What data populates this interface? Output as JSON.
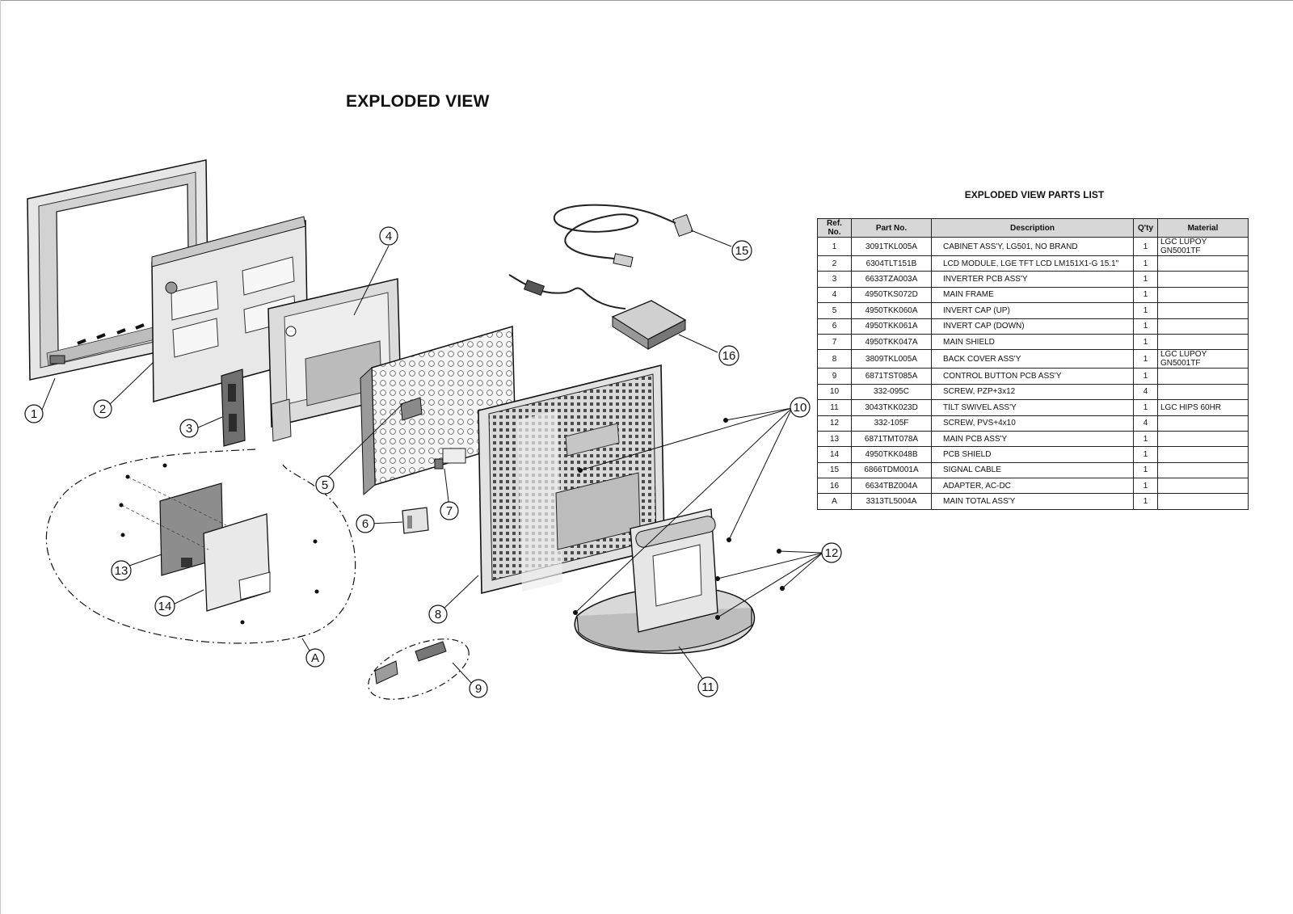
{
  "page": {
    "title": "EXPLODED VIEW"
  },
  "callouts": [
    {
      "num": "1"
    },
    {
      "num": "2"
    },
    {
      "num": "3"
    },
    {
      "num": "4"
    },
    {
      "num": "5"
    },
    {
      "num": "6"
    },
    {
      "num": "7"
    },
    {
      "num": "8"
    },
    {
      "num": "9"
    },
    {
      "num": "10"
    },
    {
      "num": "11"
    },
    {
      "num": "12"
    },
    {
      "num": "13"
    },
    {
      "num": "14"
    },
    {
      "num": "15"
    },
    {
      "num": "16"
    },
    {
      "num": "A"
    }
  ],
  "parts_list": {
    "title": "EXPLODED VIEW PARTS LIST",
    "headers": {
      "ref": "Ref. No.",
      "part": "Part No.",
      "desc": "Description",
      "qty": "Q'ty",
      "material": "Material"
    },
    "rows": [
      {
        "ref": "1",
        "part": "3091TKL005A",
        "desc": "CABINET ASS'Y, LG501, NO BRAND",
        "qty": "1",
        "material": "LGC LUPOY GN5001TF"
      },
      {
        "ref": "2",
        "part": "6304TLT151B",
        "desc": "LCD MODULE, LGE TFT LCD LM151X1-G 15.1\"",
        "qty": "1",
        "material": ""
      },
      {
        "ref": "3",
        "part": "6633TZA003A",
        "desc": "INVERTER PCB ASS'Y",
        "qty": "1",
        "material": ""
      },
      {
        "ref": "4",
        "part": "4950TKS072D",
        "desc": "MAIN FRAME",
        "qty": "1",
        "material": ""
      },
      {
        "ref": "5",
        "part": "4950TKK060A",
        "desc": "INVERT CAP (UP)",
        "qty": "1",
        "material": ""
      },
      {
        "ref": "6",
        "part": "4950TKK061A",
        "desc": "INVERT CAP (DOWN)",
        "qty": "1",
        "material": ""
      },
      {
        "ref": "7",
        "part": "4950TKK047A",
        "desc": "MAIN SHIELD",
        "qty": "1",
        "material": ""
      },
      {
        "ref": "8",
        "part": "3809TKL005A",
        "desc": "BACK COVER ASS'Y",
        "qty": "1",
        "material": "LGC LUPOY GN5001TF"
      },
      {
        "ref": "9",
        "part": "6871TST085A",
        "desc": "CONTROL BUTTON PCB ASS'Y",
        "qty": "1",
        "material": ""
      },
      {
        "ref": "10",
        "part": "332-095C",
        "desc": "SCREW, PZP+3x12",
        "qty": "4",
        "material": ""
      },
      {
        "ref": "11",
        "part": "3043TKK023D",
        "desc": "TILT SWIVEL ASS'Y",
        "qty": "1",
        "material": "LGC HIPS 60HR"
      },
      {
        "ref": "12",
        "part": "332-105F",
        "desc": "SCREW, PVS+4x10",
        "qty": "4",
        "material": ""
      },
      {
        "ref": "13",
        "part": "6871TMT078A",
        "desc": "MAIN PCB ASS'Y",
        "qty": "1",
        "material": ""
      },
      {
        "ref": "14",
        "part": "4950TKK048B",
        "desc": "PCB SHIELD",
        "qty": "1",
        "material": ""
      },
      {
        "ref": "15",
        "part": "6866TDM001A",
        "desc": "SIGNAL CABLE",
        "qty": "1",
        "material": ""
      },
      {
        "ref": "16",
        "part": "6634TBZ004A",
        "desc": "ADAPTER, AC-DC",
        "qty": "1",
        "material": ""
      },
      {
        "ref": "A",
        "part": "3313TL5004A",
        "desc": "MAIN TOTAL ASS'Y",
        "qty": "1",
        "material": ""
      }
    ]
  }
}
